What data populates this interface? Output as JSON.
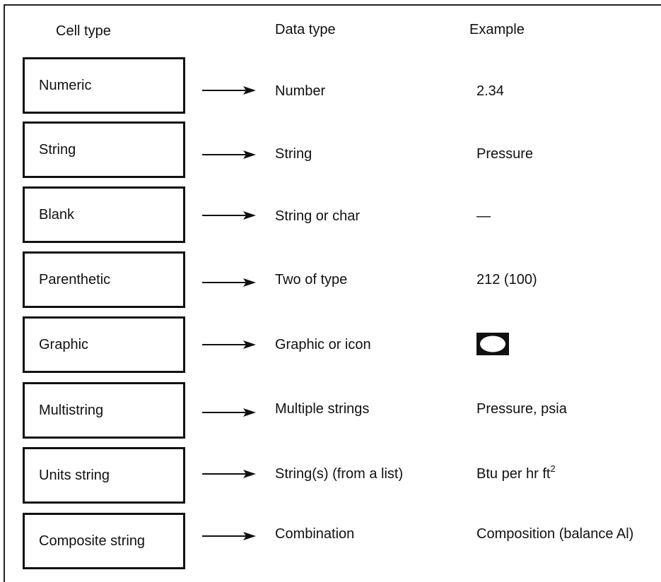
{
  "headers": {
    "cell_type": "Cell type",
    "data_type": "Data type",
    "example": "Example"
  },
  "rows": [
    {
      "cell_type": "Numeric",
      "data_type": "Number",
      "example": "2.34"
    },
    {
      "cell_type": "String",
      "data_type": "String",
      "example": "Pressure"
    },
    {
      "cell_type": "Blank",
      "data_type": "String or char",
      "example": "—"
    },
    {
      "cell_type": "Parenthetic",
      "data_type": "Two of type",
      "example": "212 (100)"
    },
    {
      "cell_type": "Graphic",
      "data_type": "Graphic or icon",
      "example": "",
      "example_icon": "ellipse-in-square-icon"
    },
    {
      "cell_type": "Multistring",
      "data_type": "Multiple strings",
      "example": "Pressure, psia"
    },
    {
      "cell_type": "Units string",
      "data_type": "String(s) (from a list)",
      "example": "Btu per hr ft",
      "example_superscript": "2"
    },
    {
      "cell_type": "Composite string",
      "data_type": "Combination",
      "example": "Composition (balance Al)"
    }
  ]
}
